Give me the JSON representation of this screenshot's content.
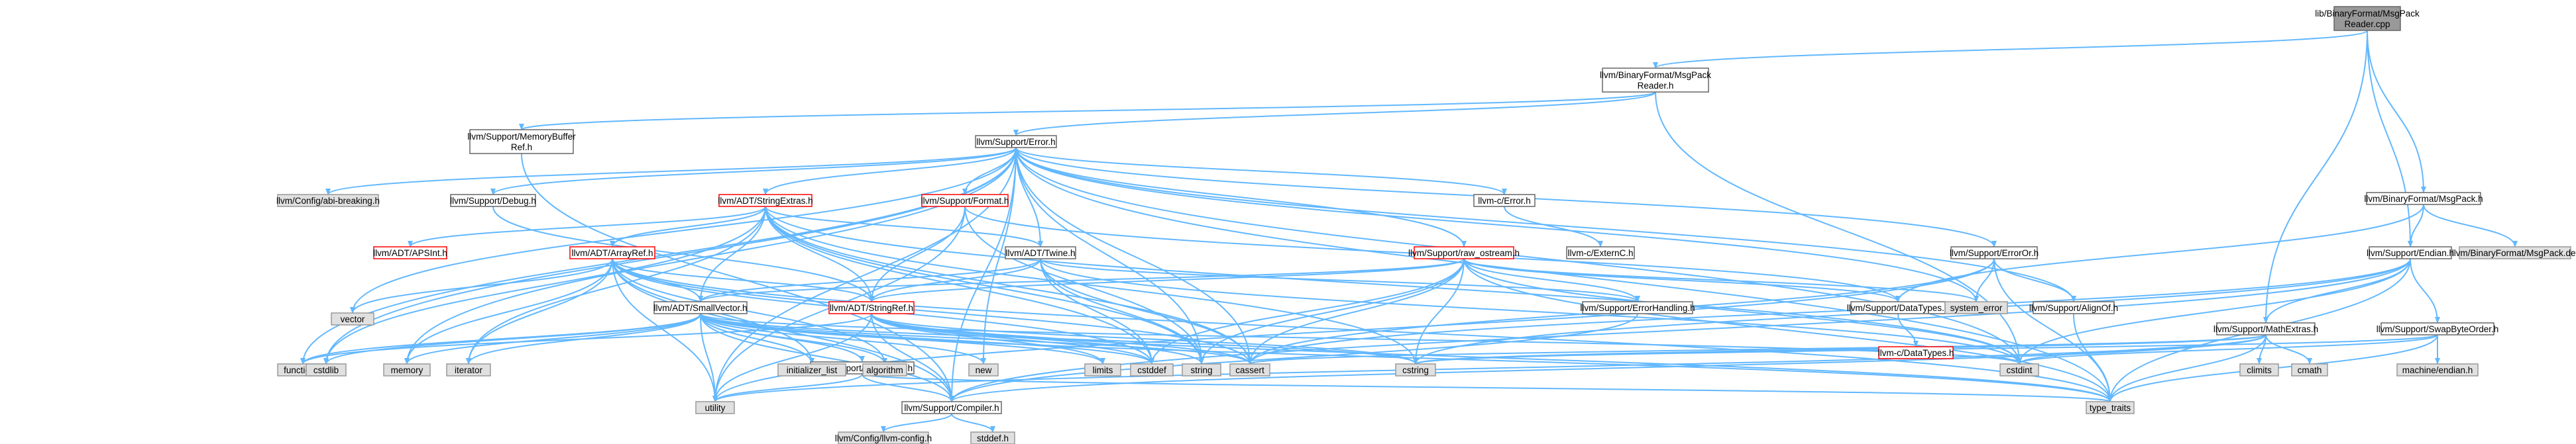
{
  "graph": {
    "nodes": [
      {
        "id": "n0",
        "lines": [
          "lib/BinaryFormat/MsgPack",
          "Reader.cpp"
        ],
        "style": "root"
      },
      {
        "id": "n1",
        "lines": [
          "llvm/BinaryFormat/MsgPack",
          "Reader.h"
        ],
        "style": "normal"
      },
      {
        "id": "n2",
        "lines": [
          "llvm/Support/MemoryBuffer",
          "Ref.h"
        ],
        "style": "normal"
      },
      {
        "id": "n3",
        "lines": [
          "llvm/Support/Error.h"
        ],
        "style": "normal"
      },
      {
        "id": "n4",
        "lines": [
          "llvm/BinaryFormat/MsgPack.h"
        ],
        "style": "normal"
      },
      {
        "id": "n5",
        "lines": [
          "llvm/Support/Endian.h"
        ],
        "style": "normal"
      },
      {
        "id": "n6",
        "lines": [
          "llvm/BinaryFormat/MsgPack.def"
        ],
        "style": "system"
      },
      {
        "id": "n7",
        "lines": [
          "llvm/Support/MathExtras.h"
        ],
        "style": "normal"
      },
      {
        "id": "n8",
        "lines": [
          "llvm/Support/SwapByteOrder.h"
        ],
        "style": "normal"
      },
      {
        "id": "n9",
        "lines": [
          "llvm/Config/abi-breaking.h"
        ],
        "style": "system"
      },
      {
        "id": "n10",
        "lines": [
          "llvm/Support/Debug.h"
        ],
        "style": "normal"
      },
      {
        "id": "n11",
        "lines": [
          "llvm/ADT/StringExtras.h"
        ],
        "style": "missing"
      },
      {
        "id": "n12",
        "lines": [
          "llvm/Support/Format.h"
        ],
        "style": "missing"
      },
      {
        "id": "n13",
        "lines": [
          "llvm/ADT/Twine.h"
        ],
        "style": "normal"
      },
      {
        "id": "n14",
        "lines": [
          "llvm-c/Error.h"
        ],
        "style": "normal"
      },
      {
        "id": "n15",
        "lines": [
          "llvm-c/ExternC.h"
        ],
        "style": "normal"
      },
      {
        "id": "n16",
        "lines": [
          "llvm/Support/raw_ostream.h"
        ],
        "style": "missing"
      },
      {
        "id": "n17",
        "lines": [
          "llvm/Support/ErrorOr.h"
        ],
        "style": "normal"
      },
      {
        "id": "n18",
        "lines": [
          "llvm/ADT/APSInt.h"
        ],
        "style": "missing"
      },
      {
        "id": "n19",
        "lines": [
          "llvm/ADT/ArrayRef.h"
        ],
        "style": "missing"
      },
      {
        "id": "n20",
        "lines": [
          "llvm/ADT/StringRef.h"
        ],
        "style": "missing"
      },
      {
        "id": "n21",
        "lines": [
          "llvm/ADT/SmallVector.h"
        ],
        "style": "normal"
      },
      {
        "id": "n22",
        "lines": [
          "llvm/Support/ErrorHandling.h"
        ],
        "style": "normal"
      },
      {
        "id": "n23",
        "lines": [
          "llvm/Support/DataTypes.h"
        ],
        "style": "normal"
      },
      {
        "id": "n24",
        "lines": [
          "llvm-c/DataTypes.h"
        ],
        "style": "missing"
      },
      {
        "id": "n25",
        "lines": [
          "llvm/Support/AlignOf.h"
        ],
        "style": "normal"
      },
      {
        "id": "n26",
        "lines": [
          "llvm/Support/type_traits.h"
        ],
        "style": "normal"
      },
      {
        "id": "n27",
        "lines": [
          "llvm/Support/Compiler.h"
        ],
        "style": "normal"
      },
      {
        "id": "n28",
        "lines": [
          "llvm/Config/llvm-config.h"
        ],
        "style": "system"
      },
      {
        "id": "n29",
        "lines": [
          "stddef.h"
        ],
        "style": "system"
      },
      {
        "id": "n30",
        "lines": [
          "system_error"
        ],
        "style": "system"
      },
      {
        "id": "n31",
        "lines": [
          "vector"
        ],
        "style": "system"
      },
      {
        "id": "n32",
        "lines": [
          "functional"
        ],
        "style": "system"
      },
      {
        "id": "n33",
        "lines": [
          "cstdlib"
        ],
        "style": "system"
      },
      {
        "id": "n34",
        "lines": [
          "memory"
        ],
        "style": "system"
      },
      {
        "id": "n35",
        "lines": [
          "iterator"
        ],
        "style": "system"
      },
      {
        "id": "n36",
        "lines": [
          "initializer_list"
        ],
        "style": "system"
      },
      {
        "id": "n37",
        "lines": [
          "algorithm"
        ],
        "style": "system"
      },
      {
        "id": "n38",
        "lines": [
          "new"
        ],
        "style": "system"
      },
      {
        "id": "n39",
        "lines": [
          "limits"
        ],
        "style": "system"
      },
      {
        "id": "n40",
        "lines": [
          "cstddef"
        ],
        "style": "system"
      },
      {
        "id": "n41",
        "lines": [
          "string"
        ],
        "style": "system"
      },
      {
        "id": "n42",
        "lines": [
          "cassert"
        ],
        "style": "system"
      },
      {
        "id": "n43",
        "lines": [
          "cstring"
        ],
        "style": "system"
      },
      {
        "id": "n44",
        "lines": [
          "cstdint"
        ],
        "style": "system"
      },
      {
        "id": "n45",
        "lines": [
          "type_traits"
        ],
        "style": "system"
      },
      {
        "id": "n46",
        "lines": [
          "utility"
        ],
        "style": "system"
      },
      {
        "id": "n47",
        "lines": [
          "climits"
        ],
        "style": "system"
      },
      {
        "id": "n48",
        "lines": [
          "cmath"
        ],
        "style": "system"
      },
      {
        "id": "n49",
        "lines": [
          "machine/endian.h"
        ],
        "style": "system"
      }
    ],
    "edges": [
      [
        "n0",
        "n1"
      ],
      [
        "n0",
        "n4"
      ],
      [
        "n0",
        "n5"
      ],
      [
        "n0",
        "n7"
      ],
      [
        "n1",
        "n2"
      ],
      [
        "n1",
        "n3"
      ],
      [
        "n1",
        "n44"
      ],
      [
        "n2",
        "n27"
      ],
      [
        "n3",
        "n9"
      ],
      [
        "n3",
        "n10"
      ],
      [
        "n3",
        "n11"
      ],
      [
        "n3",
        "n12"
      ],
      [
        "n3",
        "n13"
      ],
      [
        "n3",
        "n14"
      ],
      [
        "n3",
        "n16"
      ],
      [
        "n3",
        "n17"
      ],
      [
        "n3",
        "n25"
      ],
      [
        "n3",
        "n27"
      ],
      [
        "n3",
        "n30"
      ],
      [
        "n3",
        "n31"
      ],
      [
        "n3",
        "n32"
      ],
      [
        "n3",
        "n33"
      ],
      [
        "n3",
        "n34"
      ],
      [
        "n3",
        "n38"
      ],
      [
        "n3",
        "n41"
      ],
      [
        "n3",
        "n42"
      ],
      [
        "n3",
        "n44"
      ],
      [
        "n3",
        "n45"
      ],
      [
        "n3",
        "n46"
      ],
      [
        "n4",
        "n6"
      ],
      [
        "n4",
        "n5"
      ],
      [
        "n4",
        "n23"
      ],
      [
        "n5",
        "n8"
      ],
      [
        "n5",
        "n7"
      ],
      [
        "n5",
        "n27"
      ],
      [
        "n5",
        "n42"
      ],
      [
        "n5",
        "n43"
      ],
      [
        "n5",
        "n44"
      ],
      [
        "n5",
        "n45"
      ],
      [
        "n7",
        "n27"
      ],
      [
        "n7",
        "n42"
      ],
      [
        "n7",
        "n47"
      ],
      [
        "n7",
        "n48"
      ],
      [
        "n7",
        "n44"
      ],
      [
        "n7",
        "n43"
      ],
      [
        "n7",
        "n45"
      ],
      [
        "n7",
        "n46"
      ],
      [
        "n8",
        "n49"
      ],
      [
        "n8",
        "n45"
      ],
      [
        "n8",
        "n43"
      ],
      [
        "n8",
        "n44"
      ],
      [
        "n10",
        "n20"
      ],
      [
        "n11",
        "n18"
      ],
      [
        "n11",
        "n19"
      ],
      [
        "n11",
        "n20"
      ],
      [
        "n11",
        "n21"
      ],
      [
        "n11",
        "n13"
      ],
      [
        "n11",
        "n33"
      ],
      [
        "n11",
        "n35"
      ],
      [
        "n11",
        "n40"
      ],
      [
        "n11",
        "n41"
      ],
      [
        "n11",
        "n42"
      ],
      [
        "n11",
        "n44"
      ],
      [
        "n11",
        "n43"
      ],
      [
        "n12",
        "n20"
      ],
      [
        "n12",
        "n41"
      ],
      [
        "n12",
        "n46"
      ],
      [
        "n12",
        "n23"
      ],
      [
        "n13",
        "n20"
      ],
      [
        "n13",
        "n21"
      ],
      [
        "n13",
        "n40"
      ],
      [
        "n13",
        "n41"
      ],
      [
        "n13",
        "n42"
      ],
      [
        "n13",
        "n44"
      ],
      [
        "n13",
        "n22"
      ],
      [
        "n14",
        "n15"
      ],
      [
        "n16",
        "n20"
      ],
      [
        "n16",
        "n40"
      ],
      [
        "n16",
        "n21"
      ],
      [
        "n16",
        "n42"
      ],
      [
        "n16",
        "n41"
      ],
      [
        "n16",
        "n43"
      ],
      [
        "n16",
        "n30"
      ],
      [
        "n16",
        "n45"
      ],
      [
        "n16",
        "n44"
      ],
      [
        "n16",
        "n23"
      ],
      [
        "n16",
        "n22"
      ],
      [
        "n17",
        "n30"
      ],
      [
        "n17",
        "n25"
      ],
      [
        "n17",
        "n45"
      ],
      [
        "n17",
        "n46"
      ],
      [
        "n17",
        "n42"
      ],
      [
        "n19",
        "n21"
      ],
      [
        "n19",
        "n27"
      ],
      [
        "n19",
        "n31"
      ],
      [
        "n19",
        "n34"
      ],
      [
        "n19",
        "n35"
      ],
      [
        "n19",
        "n36"
      ],
      [
        "n19",
        "n37"
      ],
      [
        "n19",
        "n42"
      ],
      [
        "n19",
        "n40"
      ],
      [
        "n19",
        "n45"
      ],
      [
        "n19",
        "n46"
      ],
      [
        "n19",
        "n20"
      ],
      [
        "n20",
        "n27"
      ],
      [
        "n20",
        "n40"
      ],
      [
        "n20",
        "n41"
      ],
      [
        "n20",
        "n39"
      ],
      [
        "n20",
        "n42"
      ],
      [
        "n20",
        "n43"
      ],
      [
        "n20",
        "n46"
      ],
      [
        "n20",
        "n32"
      ],
      [
        "n20",
        "n45"
      ],
      [
        "n21",
        "n26"
      ],
      [
        "n21",
        "n27"
      ],
      [
        "n21",
        "n37"
      ],
      [
        "n21",
        "n42"
      ],
      [
        "n21",
        "n40"
      ],
      [
        "n21",
        "n33"
      ],
      [
        "n21",
        "n32"
      ],
      [
        "n21",
        "n36"
      ],
      [
        "n21",
        "n35"
      ],
      [
        "n21",
        "n39"
      ],
      [
        "n21",
        "n34"
      ],
      [
        "n21",
        "n38"
      ],
      [
        "n21",
        "n43"
      ],
      [
        "n21",
        "n44"
      ],
      [
        "n21",
        "n45"
      ],
      [
        "n21",
        "n46"
      ],
      [
        "n22",
        "n27"
      ],
      [
        "n23",
        "n24"
      ],
      [
        "n25",
        "n45"
      ],
      [
        "n26",
        "n45"
      ],
      [
        "n26",
        "n46"
      ],
      [
        "n26",
        "n27"
      ],
      [
        "n27",
        "n28"
      ],
      [
        "n27",
        "n29"
      ]
    ]
  },
  "colors": {
    "edge": "#63b8ff",
    "box_normal_stroke": "#666666",
    "box_missing_stroke": "#ff0000",
    "box_root_fill": "#999999",
    "box_system_fill": "#e0e0e0",
    "box_system_stroke": "#999999",
    "box_fill": "#ffffff",
    "text": "#000000"
  }
}
